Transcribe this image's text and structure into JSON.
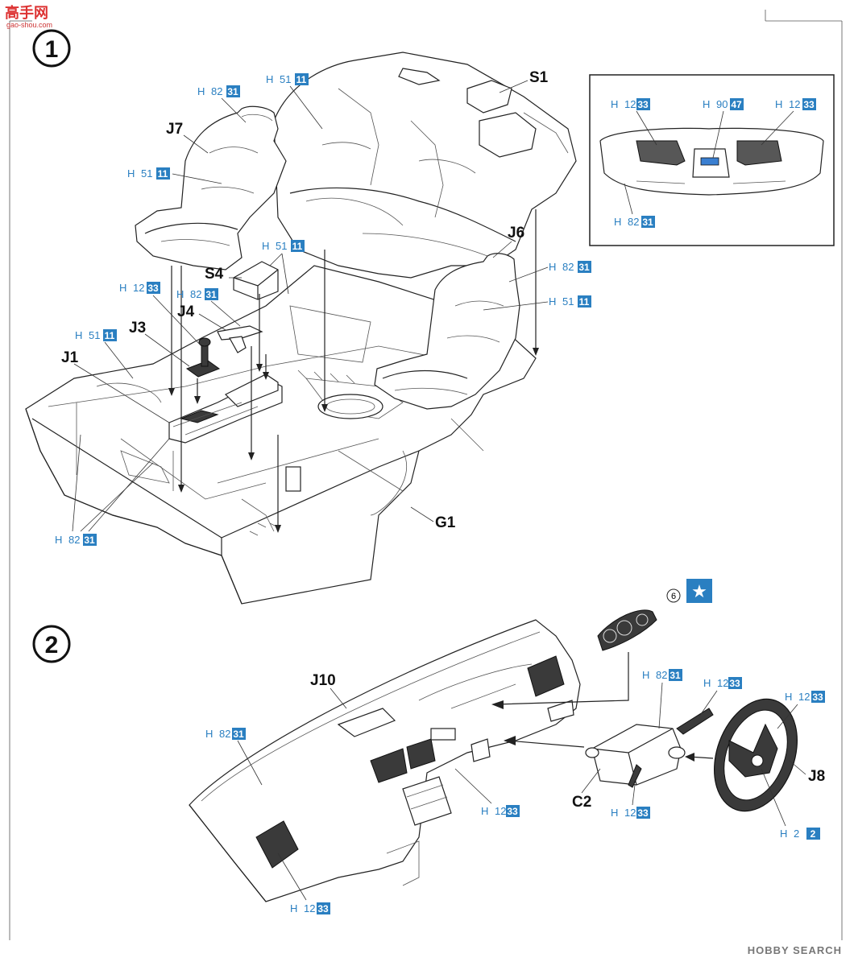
{
  "watermark_top": {
    "cn": "高手网",
    "url": "gao-shou.com"
  },
  "watermark_bottom": "HOBBY SEARCH",
  "steps": [
    {
      "number": "1"
    },
    {
      "number": "2"
    }
  ],
  "parts": {
    "S1": "S1",
    "J7": "J7",
    "J6": "J6",
    "S4": "S4",
    "J4": "J4",
    "J3": "J3",
    "J1": "J1",
    "G1": "G1",
    "J10": "J10",
    "C2": "C2",
    "J8": "J8"
  },
  "paint": {
    "h82": {
      "prefix": "H",
      "code": "82",
      "num": "31"
    },
    "h51": {
      "prefix": "H",
      "code": "51",
      "num": "11"
    },
    "h12": {
      "prefix": "H",
      "code": "12",
      "num": "33"
    },
    "h90": {
      "prefix": "H",
      "code": "90",
      "num": "47"
    },
    "h2": {
      "prefix": "H",
      "code": "2",
      "num": "2"
    }
  },
  "decal": "6",
  "colors": {
    "paint_blue": "#2a7fc1",
    "ink": "#222222",
    "gauge_lens": "#3a7fd1"
  }
}
